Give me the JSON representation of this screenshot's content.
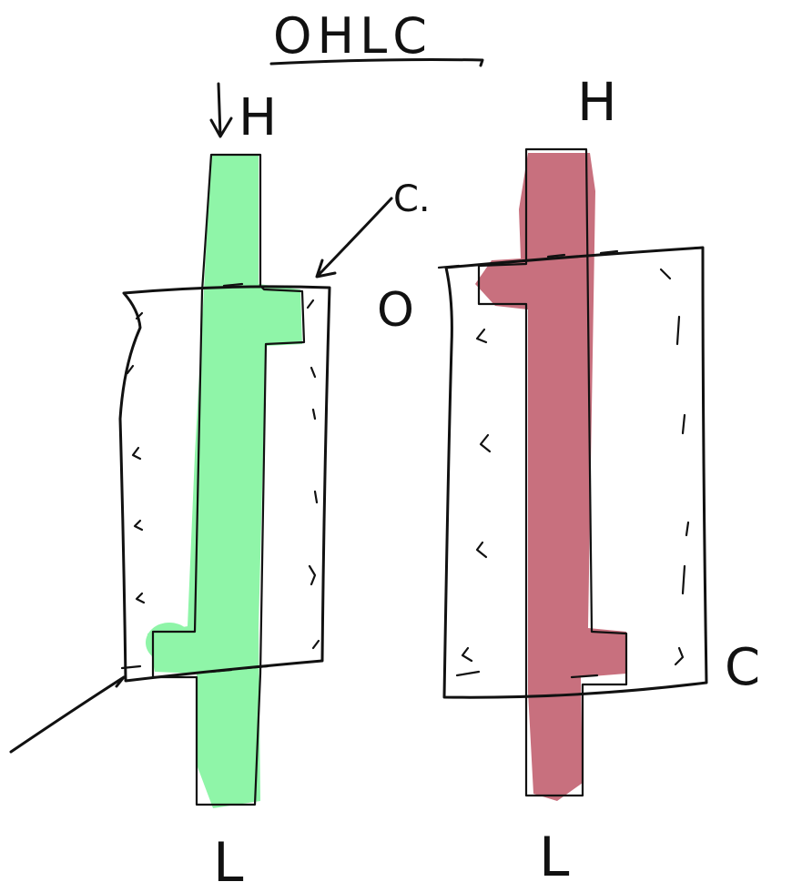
{
  "title": "OHLC",
  "colors": {
    "ink": "#111111",
    "bullish_fill": "#8ff5a8",
    "bearish_fill": "#c8707e"
  },
  "candles": [
    {
      "direction": "up",
      "color_key": "bullish_fill",
      "top_label": "H",
      "bottom_label": "L",
      "side_label": "O",
      "annotation": "C."
    },
    {
      "direction": "down",
      "color_key": "bearish_fill",
      "top_label": "H",
      "bottom_label": "L",
      "side_label": "C"
    }
  ]
}
